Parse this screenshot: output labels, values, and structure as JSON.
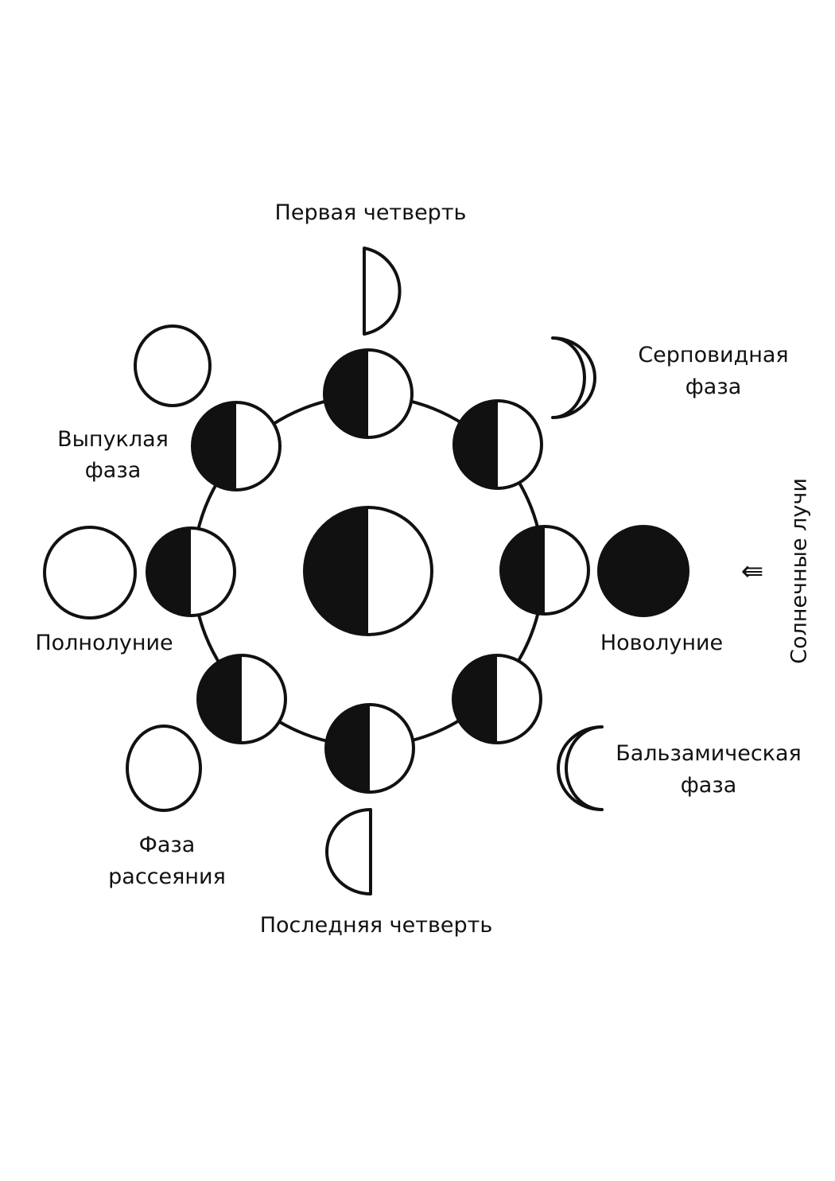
{
  "labels": {
    "first_quarter": "Первая четверть",
    "crescent_line1": "Серповидная",
    "crescent_line2": "фаза",
    "gibbous_line1": "Выпуклая",
    "gibbous_line2": "фаза",
    "full_moon": "Полнолуние",
    "new_moon": "Новолуние",
    "sun_rays": "Солнечные лучи",
    "disseminating_line1": "Фаза",
    "disseminating_line2": "рассеяния",
    "balsamic_line1": "Бальзамическая",
    "balsamic_line2": "фаза",
    "last_quarter": "Последняя четверть"
  },
  "icons": {
    "sun_rays_arrow": "⇚",
    "sun_rays_arrow_name": "double-arrow-left-icon"
  },
  "colors": {
    "ink": "#111111",
    "paper": "#ffffff"
  }
}
